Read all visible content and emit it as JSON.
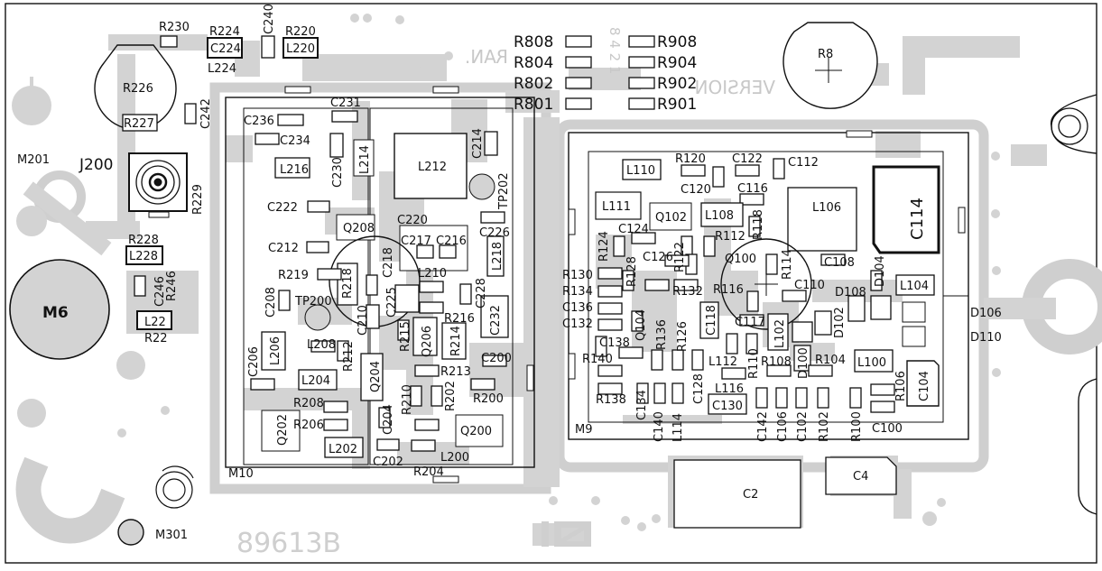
{
  "board": {
    "mount_holes": {
      "m201": "M201",
      "m6": "M6",
      "m301": "M301",
      "m10": "M10",
      "m9": "M9"
    },
    "watermark": "89613B",
    "mirrored_text": "VERSION",
    "connector": "J200",
    "labels_left": {
      "r230": "R230",
      "r224": "R224",
      "c224": "C224",
      "l224": "L224",
      "c240": "C240",
      "r220": "R220",
      "l220": "L220",
      "r226": "R226",
      "r227": "R227",
      "c242": "C242",
      "r229": "R229",
      "r228": "R228",
      "l228": "L228",
      "c246": "C246",
      "r246": "R246",
      "l22": "L22",
      "r22": "R22"
    },
    "labels_m10": {
      "c231": "C231",
      "c236": "C236",
      "c234": "C234",
      "c230": "C230",
      "l214": "L214",
      "l212": "L212",
      "c214": "C214",
      "tp202": "TP202",
      "l216": "L216",
      "c222": "C222",
      "q208": "Q208",
      "c220": "C220",
      "c226": "C226",
      "c212": "C212",
      "c217": "C217",
      "c216": "C216",
      "r218": "R218",
      "c218": "C218",
      "l218": "L218",
      "r219": "R219",
      "l210": "L210",
      "c228": "C228",
      "c208": "C208",
      "tp200": "TP200",
      "c225": "C225",
      "c210": "C210",
      "c232": "C232",
      "r216": "R216",
      "r215": "R215",
      "q206": "Q206",
      "r214": "R214",
      "l206": "L206",
      "l208": "L208",
      "r212": "R212",
      "c206": "C206",
      "q204": "Q204",
      "c200": "C200",
      "l204": "L204",
      "r213": "R213",
      "r210": "R210",
      "r202": "R202",
      "r200": "R200",
      "r208": "R208",
      "c204": "C204",
      "q202": "Q202",
      "r206": "R206",
      "q200": "Q200",
      "l202": "L202",
      "l200": "L200",
      "c202": "C202",
      "r204": "R204"
    },
    "labels_mid": {
      "r808": "R808",
      "r804": "R804",
      "r802": "R802",
      "r801": "R801",
      "r908": "R908",
      "r904": "R904",
      "r902": "R902",
      "r901": "R901",
      "r8": "R8",
      "mirror_left": "RAN.",
      "mirror_digits": "8 4 2 1"
    },
    "labels_m9": {
      "l110": "L110",
      "r120": "R120",
      "c122": "C122",
      "c112": "C112",
      "c120": "C120",
      "c116": "C116",
      "l111": "L111",
      "q102": "Q102",
      "l108": "L108",
      "r118": "R118",
      "l106": "L106",
      "c114": "C114",
      "c124": "C124",
      "r124": "R124",
      "r122": "R122",
      "r112": "R112",
      "c126": "C126",
      "q100": "Q100",
      "r114": "R114",
      "c108": "C108",
      "d104": "D104",
      "r130": "R130",
      "r128": "R128",
      "r134": "R134",
      "r132": "R132",
      "r116": "R116",
      "c110": "C110",
      "d108": "D108",
      "l104": "L104",
      "c136": "C136",
      "c118": "C118",
      "c117": "C117",
      "d102": "D102",
      "d106": "D106",
      "c132": "C132",
      "q104": "Q104",
      "r136": "R136",
      "l102": "L102",
      "d110": "D110",
      "c138": "C138",
      "r126": "R126",
      "r110": "R110",
      "d100": "D100",
      "r140": "R140",
      "l112": "L112",
      "r108": "R108",
      "r104": "R104",
      "l100": "L100",
      "r106": "R106",
      "c104": "C104",
      "c128": "C128",
      "l116": "L116",
      "r138": "R138",
      "c134": "C134",
      "c130": "C130",
      "c140": "C140",
      "l114": "L114",
      "c142": "C142",
      "c106": "C106",
      "c102": "C102",
      "r102": "R102",
      "r100": "R100",
      "c100": "C100",
      "c2": "C2",
      "c4": "C4"
    }
  }
}
